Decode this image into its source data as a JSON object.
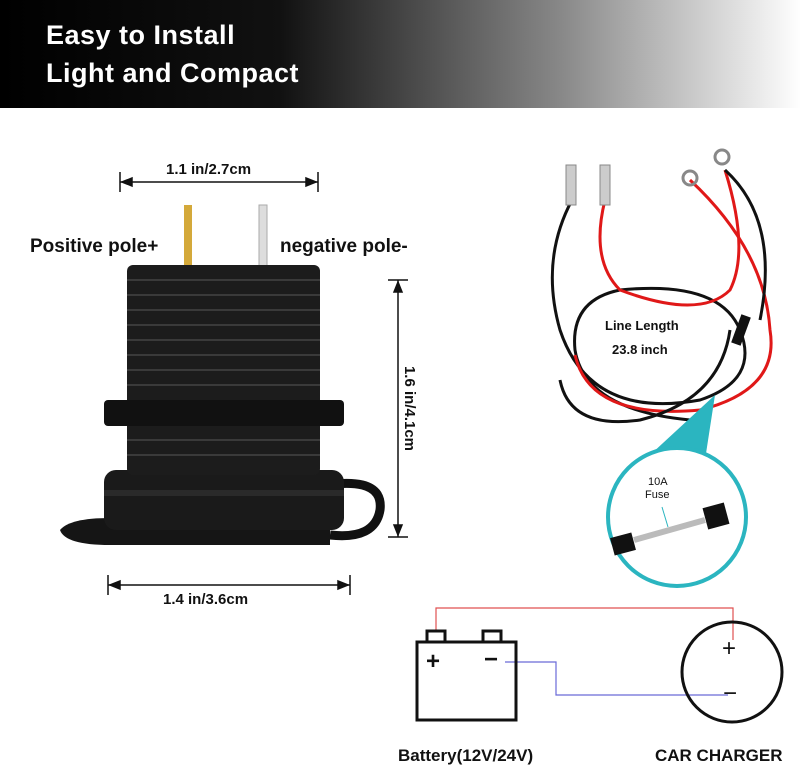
{
  "header": {
    "line1": "Easy to Install",
    "line2": "Light and Compact"
  },
  "socket": {
    "width_top": "1.1 in/2.7cm",
    "height": "1.6 in/4.1cm",
    "width_bottom": "1.4 in/3.6cm",
    "positive_label": "Positive pole+",
    "negative_label": "negative pole-"
  },
  "cable": {
    "line_length_label": "Line Length",
    "line_length_value": "23.8 inch",
    "fuse_rating": "10A",
    "fuse_label": "Fuse"
  },
  "diagram": {
    "battery_label": "Battery(12V/24V)",
    "charger_label": "CAR CHARGER",
    "plus": "+",
    "minus": "−"
  },
  "colors": {
    "teal": "#2bb5c0",
    "red_wire": "#e01818",
    "blue_wire": "#6a6ad8"
  }
}
